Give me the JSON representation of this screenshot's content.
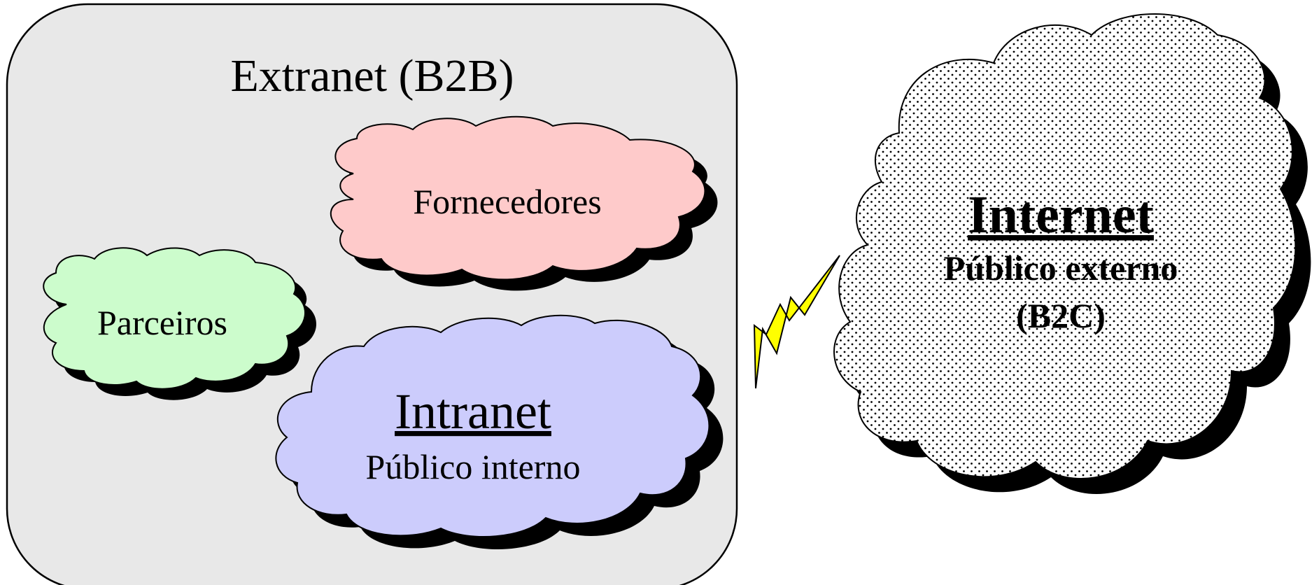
{
  "extranet": {
    "title": "Extranet (B2B)",
    "fill": "#e8e8e8"
  },
  "fornecedores": {
    "label": "Fornecedores",
    "fill": "#fecaca"
  },
  "parceiros": {
    "label": "Parceiros",
    "fill": "#ccfccc"
  },
  "intranet": {
    "title": "Intranet",
    "subtitle": "Público interno",
    "fill": "#ccccfc"
  },
  "internet": {
    "title": "Internet",
    "subtitle_line1": "Público externo",
    "subtitle_line2": "(B2C)",
    "pattern": "dotted"
  },
  "connector": {
    "icon": "lightning-bolt-icon",
    "fill": "#ffff00"
  }
}
